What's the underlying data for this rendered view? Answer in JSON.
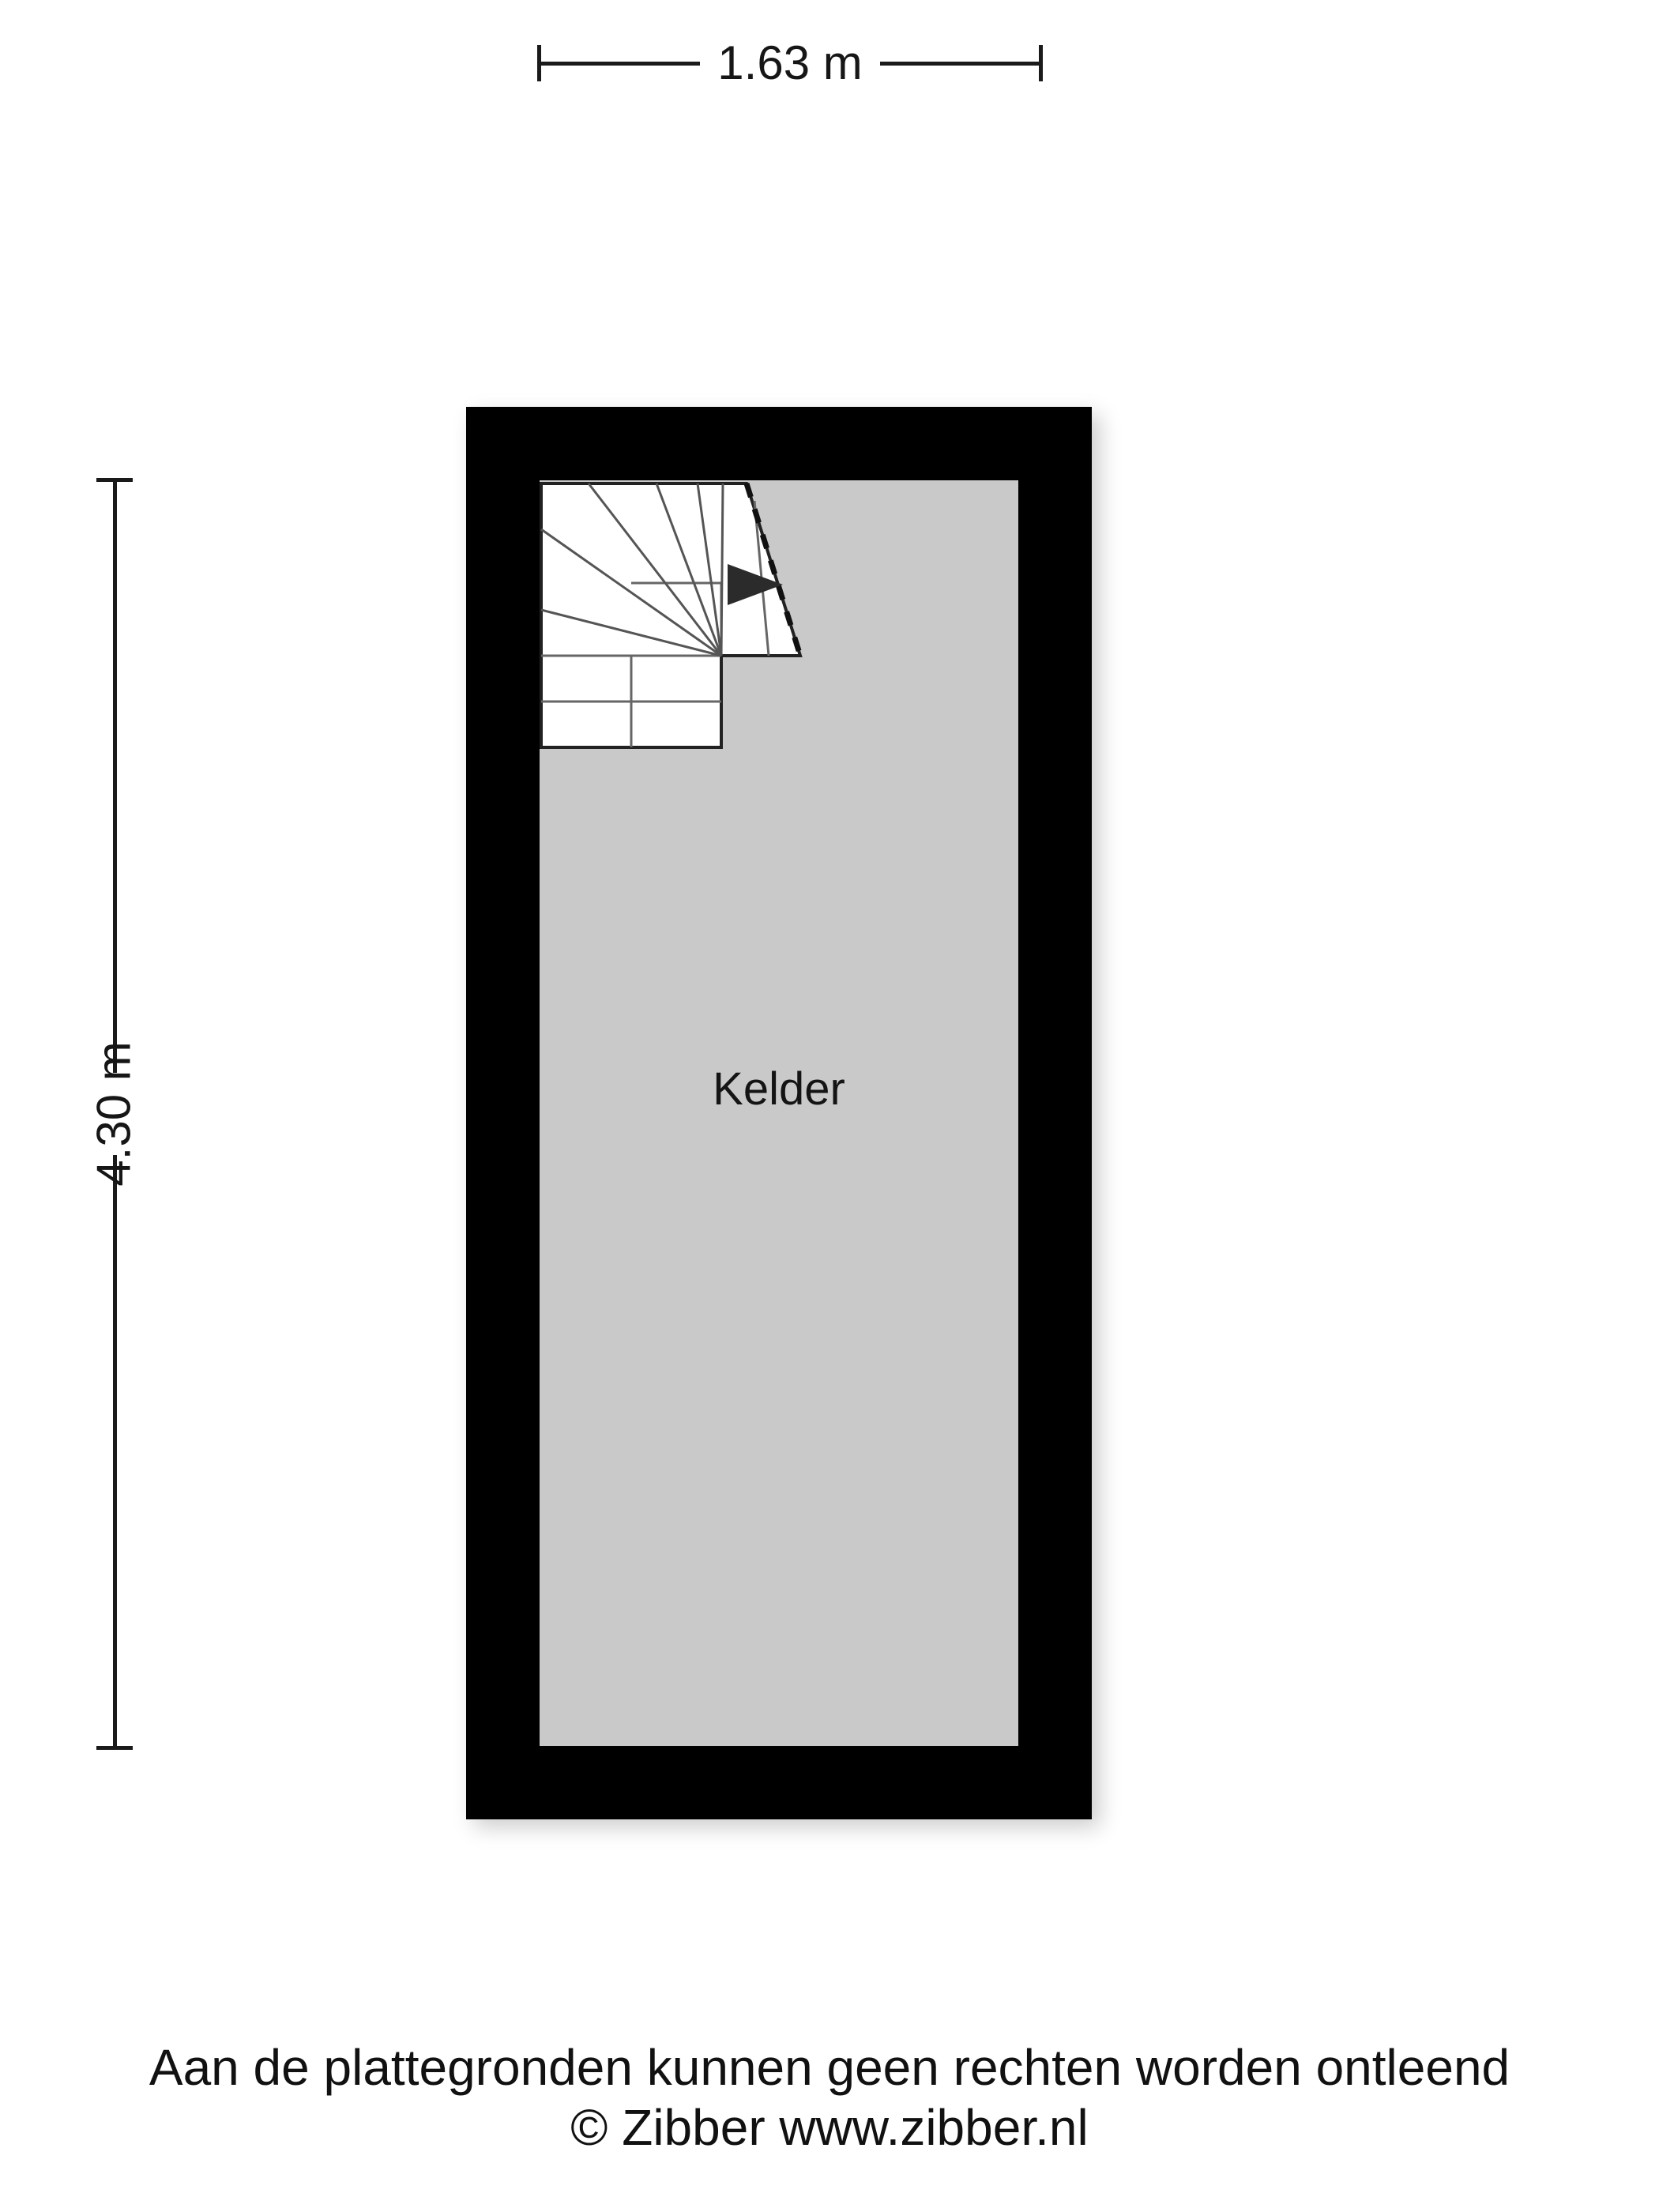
{
  "plan": {
    "room_name": "Kelder",
    "width_dimension": "1.63 m",
    "height_dimension": "4.30 m",
    "colors": {
      "wall": "#000000",
      "floor": "#c9c9c9",
      "stair_fill": "#ffffff",
      "stair_line": "#555555",
      "text": "#111111",
      "background": "#ffffff"
    },
    "features": {
      "staircase": "winder-staircase",
      "direction_arrow": "up-arrow-right",
      "cut_line": "dashed-diagonal"
    }
  },
  "footer": {
    "disclaimer": "Aan de plattegronden kunnen geen rechten worden ontleend",
    "copyright": "© Zibber www.zibber.nl"
  }
}
